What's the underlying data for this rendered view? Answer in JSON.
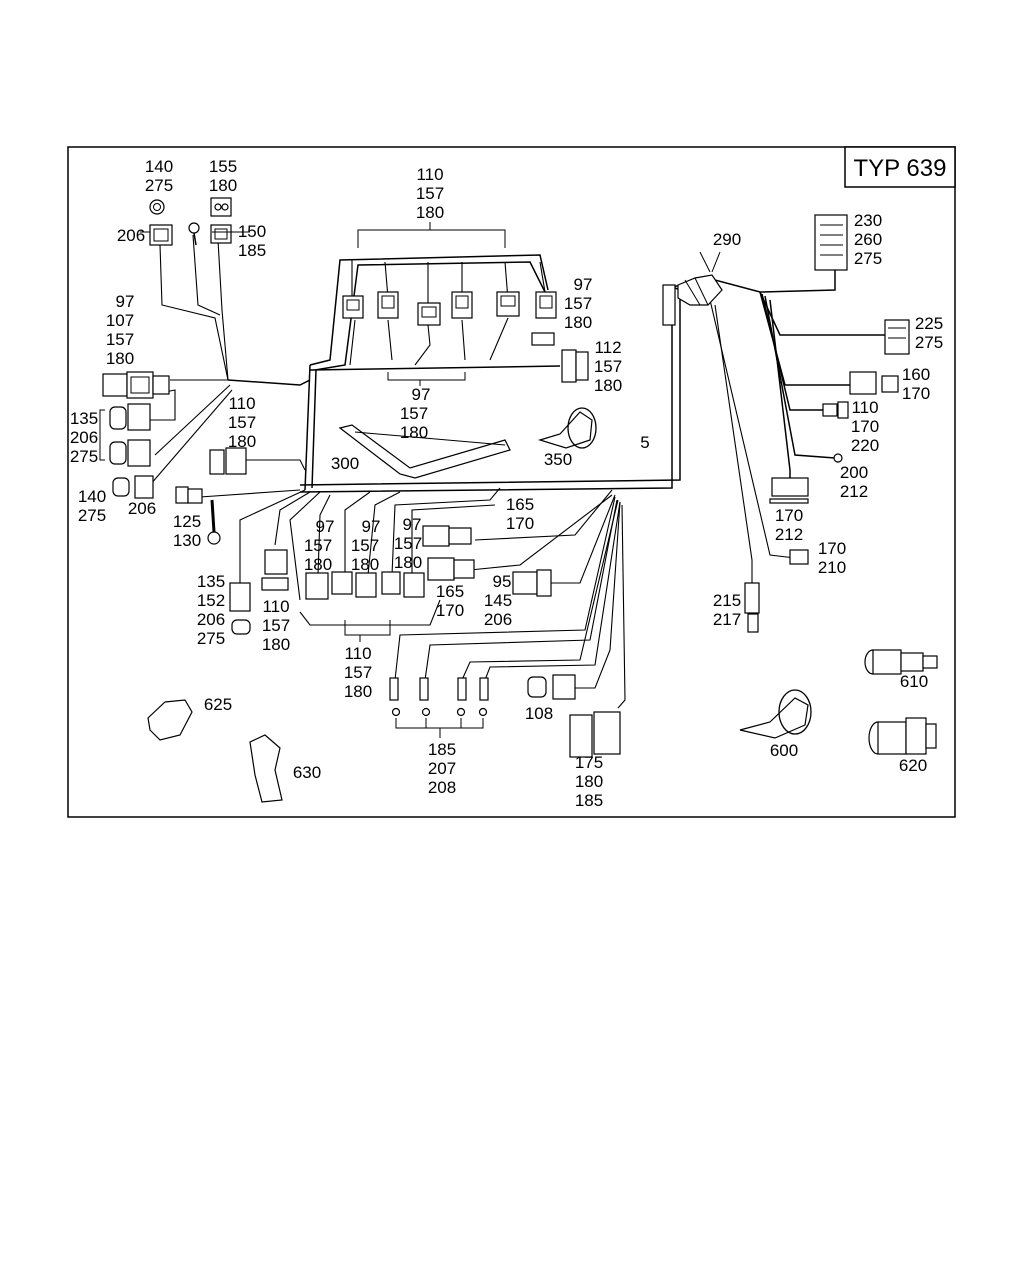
{
  "title": "TYP 639",
  "labels": {
    "l_140_275_top": [
      "140",
      "275"
    ],
    "l_155_180": [
      "155",
      "180"
    ],
    "l_206_a": [
      "206"
    ],
    "l_150_185": [
      "150",
      "185"
    ],
    "l_110_157_180_top": [
      "110",
      "157",
      "180"
    ],
    "l_97_157_180_r": [
      "97",
      "157",
      "180"
    ],
    "l_112_157_180": [
      "112",
      "157",
      "180"
    ],
    "l_97_157_180_mid": [
      "97",
      "157",
      "180"
    ],
    "l_97_107_157_180": [
      "97",
      "107",
      "157",
      "180"
    ],
    "l_135_206_275": [
      "135",
      "206",
      "275"
    ],
    "l_110_157_180_left": [
      "110",
      "157",
      "180"
    ],
    "l_140_275_low": [
      "140",
      "275"
    ],
    "l_206_b": [
      "206"
    ],
    "l_125_130": [
      "125",
      "130"
    ],
    "l_300": [
      "300"
    ],
    "l_350": [
      "350"
    ],
    "l_5": [
      "5"
    ],
    "l_290": [
      "290"
    ],
    "l_230_260_275": [
      "230",
      "260",
      "275"
    ],
    "l_225_275": [
      "225",
      "275"
    ],
    "l_160_170": [
      "160",
      "170"
    ],
    "l_110_170_220": [
      "110",
      "170",
      "220"
    ],
    "l_200_212": [
      "200",
      "212"
    ],
    "l_170_212": [
      "170",
      "212"
    ],
    "l_170_210": [
      "170",
      "210"
    ],
    "l_215_217": [
      "215",
      "217"
    ],
    "l_610": [
      "610"
    ],
    "l_620": [
      "620"
    ],
    "l_600": [
      "600"
    ],
    "l_165_170_a": [
      "165",
      "170"
    ],
    "l_97_157_180_c1": [
      "97",
      "157",
      "180"
    ],
    "l_97_157_180_c2": [
      "97",
      "157",
      "180"
    ],
    "l_97_157_180_c3": [
      "97",
      "157",
      "180"
    ],
    "l_165_170_b": [
      "165",
      "170"
    ],
    "l_95_145_206": [
      "95",
      "145",
      "206"
    ],
    "l_135_152_206_275": [
      "135",
      "152",
      "206",
      "275"
    ],
    "l_110_157_180_lower": [
      "110",
      "157",
      "180"
    ],
    "l_110_157_180_bottom": [
      "110",
      "157",
      "180"
    ],
    "l_108": [
      "108"
    ],
    "l_175_180_185": [
      "175",
      "180",
      "185"
    ],
    "l_185_207_208": [
      "185",
      "207",
      "208"
    ],
    "l_625": [
      "625"
    ],
    "l_630": [
      "630"
    ]
  },
  "icons": [
    "connector-icon",
    "cable-tie-icon",
    "coupling-icon",
    "clip-icon",
    "sensor-icon"
  ]
}
